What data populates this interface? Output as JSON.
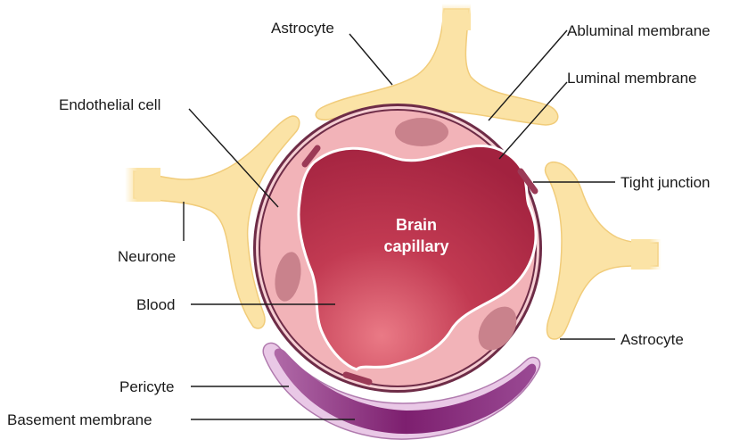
{
  "labels": {
    "astrocyte_top": "Astrocyte",
    "abluminal_membrane": "Abluminal membrane",
    "luminal_membrane": "Luminal membrane",
    "endothelial_cell": "Endothelial cell",
    "tight_junction": "Tight junction",
    "neurone": "Neurone",
    "blood": "Blood",
    "astrocyte_right": "Astrocyte",
    "pericyte": "Pericyte",
    "basement_membrane": "Basement membrane"
  },
  "center": {
    "line1": "Brain",
    "line2": "capillary"
  },
  "colors": {
    "astrocyte_fill": "#fbe3a6",
    "astrocyte_stroke": "#f1cc7a",
    "endothelium": "#f2b3b8",
    "basement_ring": "#6e2c47",
    "blood_dark": "#a2223f",
    "blood_light": "#e36a77",
    "nucleus": "#c9828c",
    "pericyte_dark": "#7d1f6f",
    "pericyte_light": "#c57fc0",
    "junction": "#9b3a56"
  }
}
